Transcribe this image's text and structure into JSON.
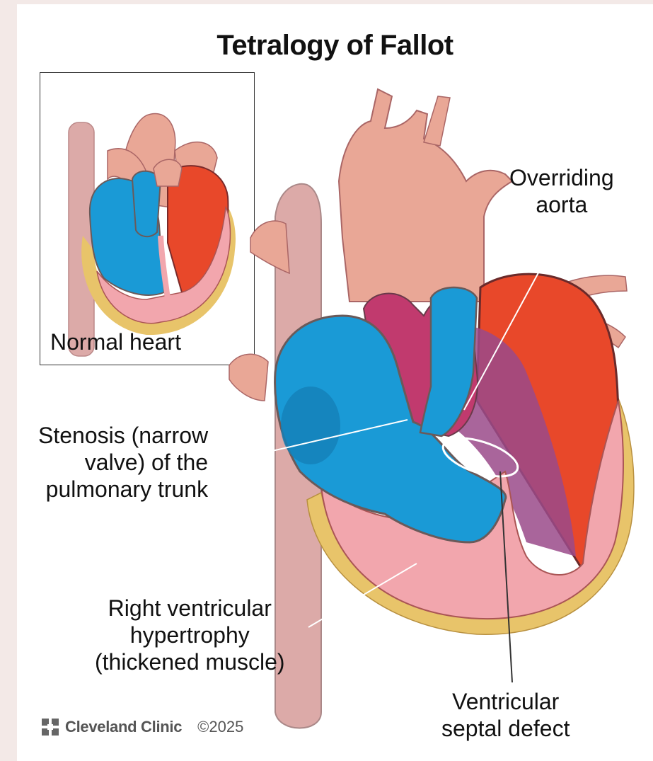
{
  "title": "Tetralogy of Fallot",
  "inset": {
    "label": "Normal heart"
  },
  "labels": {
    "overriding_aorta": [
      "Overriding",
      "aorta"
    ],
    "stenosis": [
      "Stenosis (narrow",
      "valve) of the",
      "pulmonary trunk"
    ],
    "rvh": [
      "Right ventricular",
      "hypertrophy",
      "(thickened muscle)"
    ],
    "vsd": [
      "Ventricular",
      "septal defect"
    ]
  },
  "footer": {
    "brand": "Cleveland Clinic",
    "copyright": "©2025"
  },
  "colors": {
    "deoxygenated": "#1a9ad6",
    "oxygenated": "#e8482a",
    "mixed": "#c13a6e",
    "muscle": "#f2a6ad",
    "vessel": "#e9a796",
    "fat": "#e8c46a",
    "vena_cava": "#dcaaa8"
  }
}
